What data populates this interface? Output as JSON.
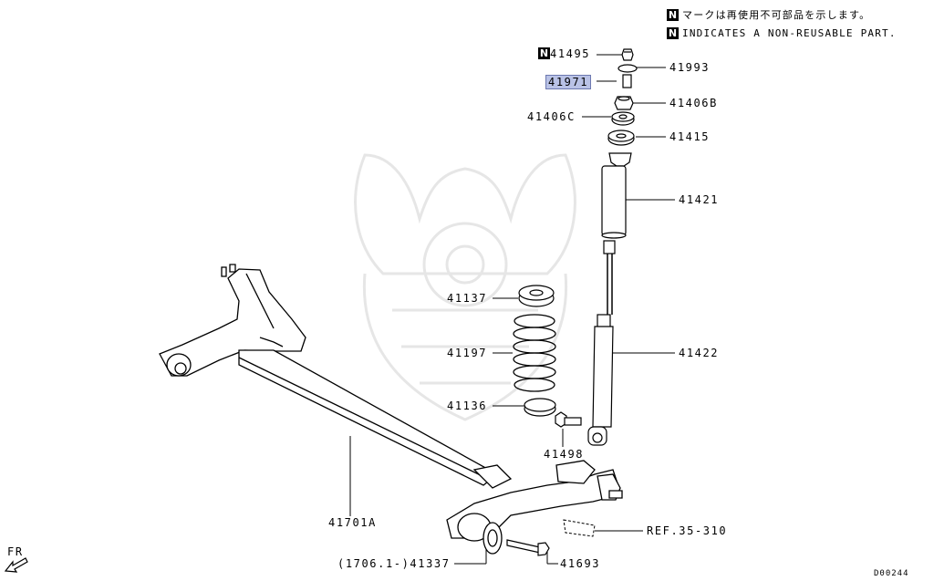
{
  "legend": {
    "symbol": "N",
    "jp": "マークは再使用不可部品を示します。",
    "en": "INDICATES A NON-REUSABLE PART."
  },
  "parts": {
    "p41495": "41495",
    "p41993": "41993",
    "p41971": "41971",
    "p41406B": "41406B",
    "p41406C": "41406C",
    "p41415": "41415",
    "p41421": "41421",
    "p41137": "41137",
    "p41197": "41197",
    "p41422": "41422",
    "p41136": "41136",
    "p41498": "41498",
    "p41701A": "41701A",
    "ref": "REF.35-310",
    "p41337": "(1706.1-)41337",
    "p41693": "41693"
  },
  "fr_label": "FR",
  "diagram_code": "D00244",
  "highlight_color": "#b9c2e6",
  "icons": [
    "front-direction-arrow-icon",
    "non-reusable-n-icon"
  ]
}
